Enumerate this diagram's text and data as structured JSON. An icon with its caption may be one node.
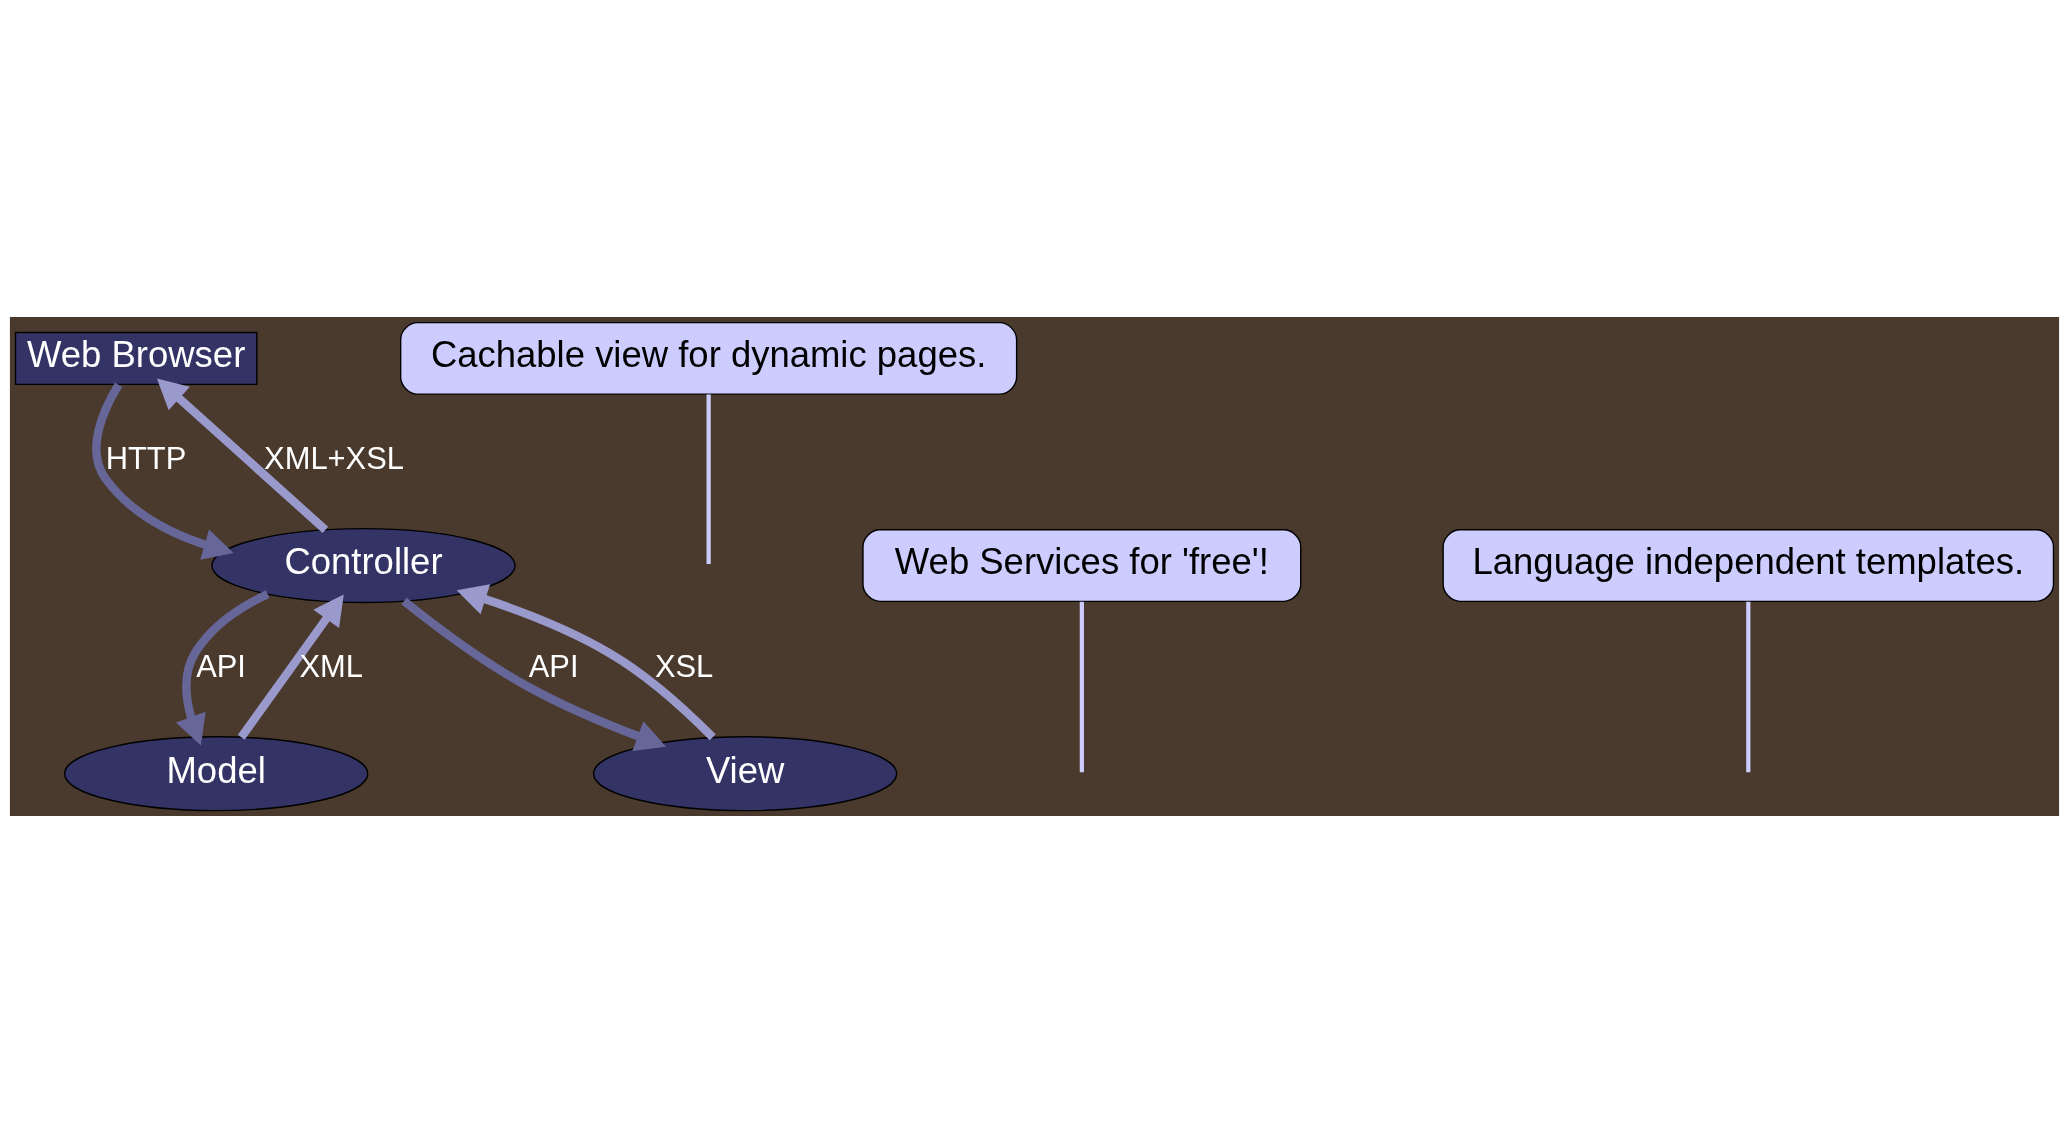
{
  "diagram": {
    "nodes": [
      {
        "text": [
          "Web Browser"
        ]
      },
      {
        "text": [
          "Controller"
        ]
      },
      {
        "text": [
          "Model"
        ]
      },
      {
        "text": [
          "View"
        ]
      },
      {
        "text": [
          "Cachable view for dynamic pages."
        ]
      },
      {
        "text": [
          "Web Services for 'free'!"
        ]
      },
      {
        "text": [
          "Language independent templates."
        ]
      }
    ],
    "edges": [
      {
        "from": 0,
        "to": 1,
        "arrow": "to",
        "label": "HTTP"
      },
      {
        "from": 1,
        "to": 0,
        "arrow": "to",
        "label": "XML+XSL",
        "color": "#9999cc"
      },
      {
        "from": 2,
        "to": 1,
        "arrow": "to",
        "label": "XML",
        "color": "#9999cc"
      },
      {
        "from": 1,
        "to": 2,
        "arrow": "to",
        "label": "API"
      },
      {
        "from": 1,
        "to": 3,
        "arrow": "to",
        "label": "API"
      },
      {
        "from": 3,
        "to": 1,
        "arrow": "to",
        "label": "XSL",
        "color": "#9999cc"
      },
      {
        "from": 4,
        "to": null,
        "arrow": "none",
        "color": "#ccccff"
      },
      {
        "from": 5,
        "to": null,
        "arrow": "none",
        "color": "#ccccff"
      },
      {
        "from": 6,
        "to": null,
        "arrow": "none",
        "color": "#ccccff"
      }
    ]
  }
}
